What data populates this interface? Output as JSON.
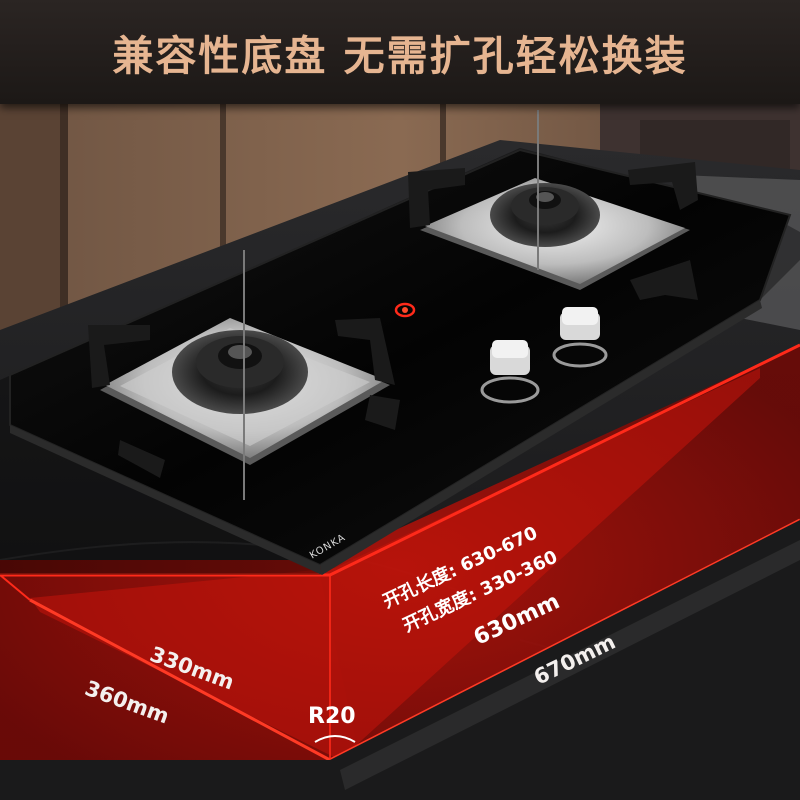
{
  "banner": {
    "title": "兼容性底盘  无需扩孔轻松换装",
    "color": "#e6b591"
  },
  "cooktop": {
    "brand": "KONKA"
  },
  "specs": {
    "hole_length": "开孔长度: 630-670",
    "hole_width": "开孔宽度: 330-360"
  },
  "dimensions": {
    "inner_length": "630mm",
    "outer_length": "670mm",
    "inner_width": "330mm",
    "outer_width": "360mm",
    "radius": "R20"
  },
  "colors": {
    "accent_red": "#e0180c",
    "glass": "#050505",
    "countertop": "#1b1b1d"
  }
}
